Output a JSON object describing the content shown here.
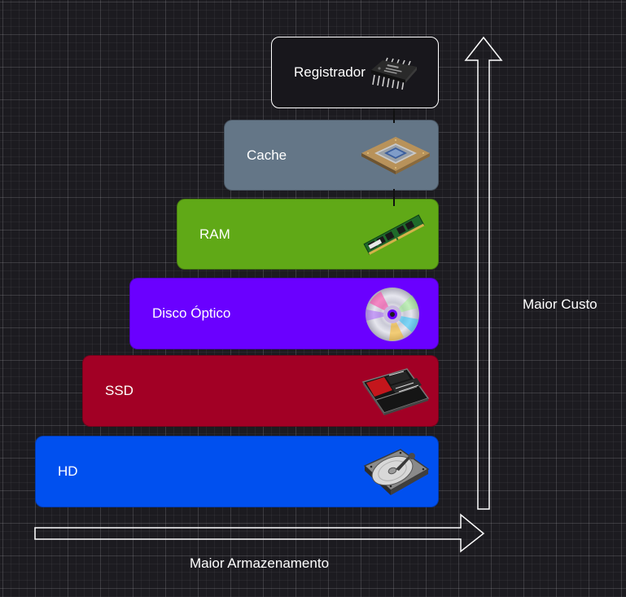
{
  "diagram": {
    "tiers": [
      {
        "id": "registrador",
        "label": "Registrador",
        "color": "#18171c",
        "icon": "chip-icon"
      },
      {
        "id": "cache",
        "label": "Cache",
        "color": "#647687",
        "icon": "cpu-icon"
      },
      {
        "id": "ram",
        "label": "RAM",
        "color": "#60a917",
        "icon": "ram-module-icon"
      },
      {
        "id": "optico",
        "label": "Disco Óptico",
        "color": "#6a00ff",
        "icon": "optical-disc-icon"
      },
      {
        "id": "ssd",
        "label": "SSD",
        "color": "#a20025",
        "icon": "ssd-icon"
      },
      {
        "id": "hd",
        "label": "HD",
        "color": "#0050ef",
        "icon": "hard-disk-icon"
      }
    ],
    "axis_cost_label": "Maior Custo",
    "axis_storage_label": "Maior Armazenamento",
    "colors": {
      "background": "#1c1b20",
      "arrow_stroke": "#ffffff",
      "text": "#ffffff"
    }
  }
}
